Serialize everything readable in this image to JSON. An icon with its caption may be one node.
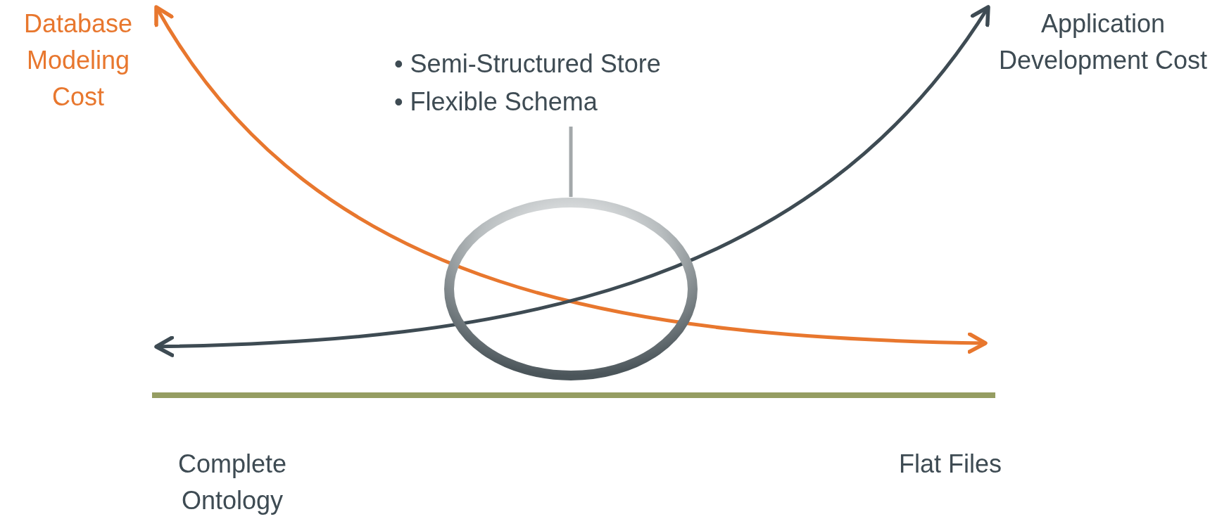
{
  "diagram": {
    "nodes": [
      {
        "text": [
          "Database Modeling Cost"
        ]
      },
      {
        "text": [
          "Application Development Cost"
        ]
      },
      {
        "text": [
          "• Semi-Structured Store",
          "• Flexible Schema"
        ]
      },
      {
        "text": [],
        "shape": "circle"
      },
      {
        "text": [
          "Complete Ontology"
        ]
      },
      {
        "text": [
          "Flat Files"
        ]
      }
    ],
    "edges": [
      {
        "from": null,
        "to": 0,
        "arrow": "both",
        "color": "#e8772e"
      },
      {
        "from": null,
        "to": 1,
        "arrow": "both",
        "color": "#3e4b53"
      },
      {
        "from": 2,
        "to": 3,
        "arrow": "none",
        "color": "#a3a8aa"
      }
    ]
  }
}
